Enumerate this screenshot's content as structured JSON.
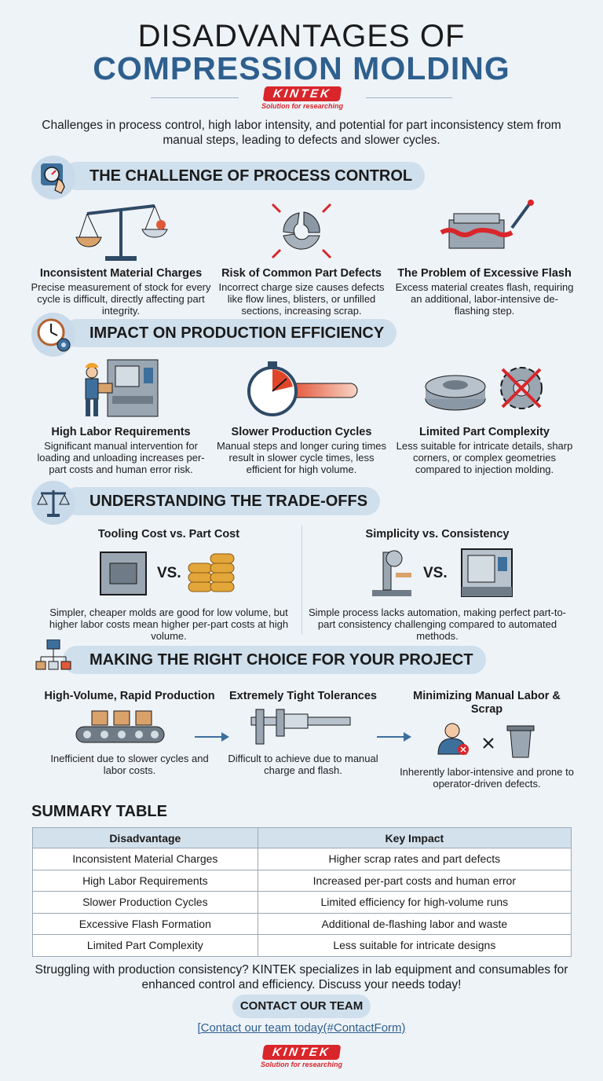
{
  "header": {
    "title_line1": "DISADVANTAGES OF",
    "title_line2": "COMPRESSION MOLDING",
    "logo_text": "KINTEK",
    "logo_tagline": "Solution for researching",
    "intro": "Challenges in process control, high labor intensity, and potential for part inconsistency stem from manual steps, leading to defects and slower cycles."
  },
  "sections": {
    "control": {
      "title": "THE CHALLENGE OF PROCESS CONTROL",
      "items": [
        {
          "title": "Inconsistent Material Charges",
          "text": "Precise measurement of stock for every cycle is difficult, directly affecting part integrity."
        },
        {
          "title": "Risk of Common Part Defects",
          "text": "Incorrect charge size causes defects like flow lines, blisters, or unfilled sections, increasing scrap."
        },
        {
          "title": "The Problem of Excessive Flash",
          "text": "Excess material creates flash, requiring an additional, labor-intensive de-flashing step."
        }
      ]
    },
    "efficiency": {
      "title": "IMPACT ON PRODUCTION EFFICIENCY",
      "items": [
        {
          "title": "High Labor Requirements",
          "text": "Significant manual intervention for loading and unloading increases per-part costs and human error risk."
        },
        {
          "title": "Slower Production Cycles",
          "text": "Manual steps and longer curing times result in slower cycle times, less efficient for high volume."
        },
        {
          "title": "Limited Part Complexity",
          "text": "Less suitable for intricate details, sharp corners, or complex geometries compared to injection molding."
        }
      ]
    },
    "tradeoffs": {
      "title": "UNDERSTANDING THE TRADE-OFFS",
      "vs_label": "VS.",
      "items": [
        {
          "title": "Tooling Cost vs. Part Cost",
          "text": "Simpler, cheaper molds are good for low volume, but higher labor costs mean higher per-part costs at high volume."
        },
        {
          "title": "Simplicity vs. Consistency",
          "text": "Simple process lacks automation, making perfect part-to-part consistency challenging compared to automated methods."
        }
      ]
    },
    "choice": {
      "title": "MAKING THE RIGHT CHOICE FOR YOUR PROJECT",
      "items": [
        {
          "title": "High-Volume, Rapid Production",
          "text": "Inefficient due to slower cycles and labor costs."
        },
        {
          "title": "Extremely Tight Tolerances",
          "text": "Difficult to achieve due to manual charge and flash."
        },
        {
          "title": "Minimizing Manual Labor & Scrap",
          "text": "Inherently labor-intensive and prone to operator-driven defects."
        }
      ]
    }
  },
  "summary": {
    "title": "SUMMARY TABLE",
    "headers": [
      "Disadvantage",
      "Key Impact"
    ],
    "rows": [
      [
        "Inconsistent Material Charges",
        "Higher scrap rates and part defects"
      ],
      [
        "High Labor Requirements",
        "Increased per-part costs and human error"
      ],
      [
        "Slower Production Cycles",
        "Limited efficiency for high-volume runs"
      ],
      [
        "Excessive Flash Formation",
        "Additional de-flashing labor and waste"
      ],
      [
        "Limited Part Complexity",
        "Less suitable for intricate designs"
      ]
    ]
  },
  "footer": {
    "text": "Struggling with production consistency? KINTEK specializes in lab equipment and consumables for enhanced control and efficiency. Discuss your needs today!",
    "cta_button": "CONTACT OUR TEAM",
    "cta_link": "[Contact our team today(#ContactForm)"
  },
  "colors": {
    "accent": "#2e5f8e",
    "brand": "#d9262b",
    "band": "#cfdfec"
  }
}
